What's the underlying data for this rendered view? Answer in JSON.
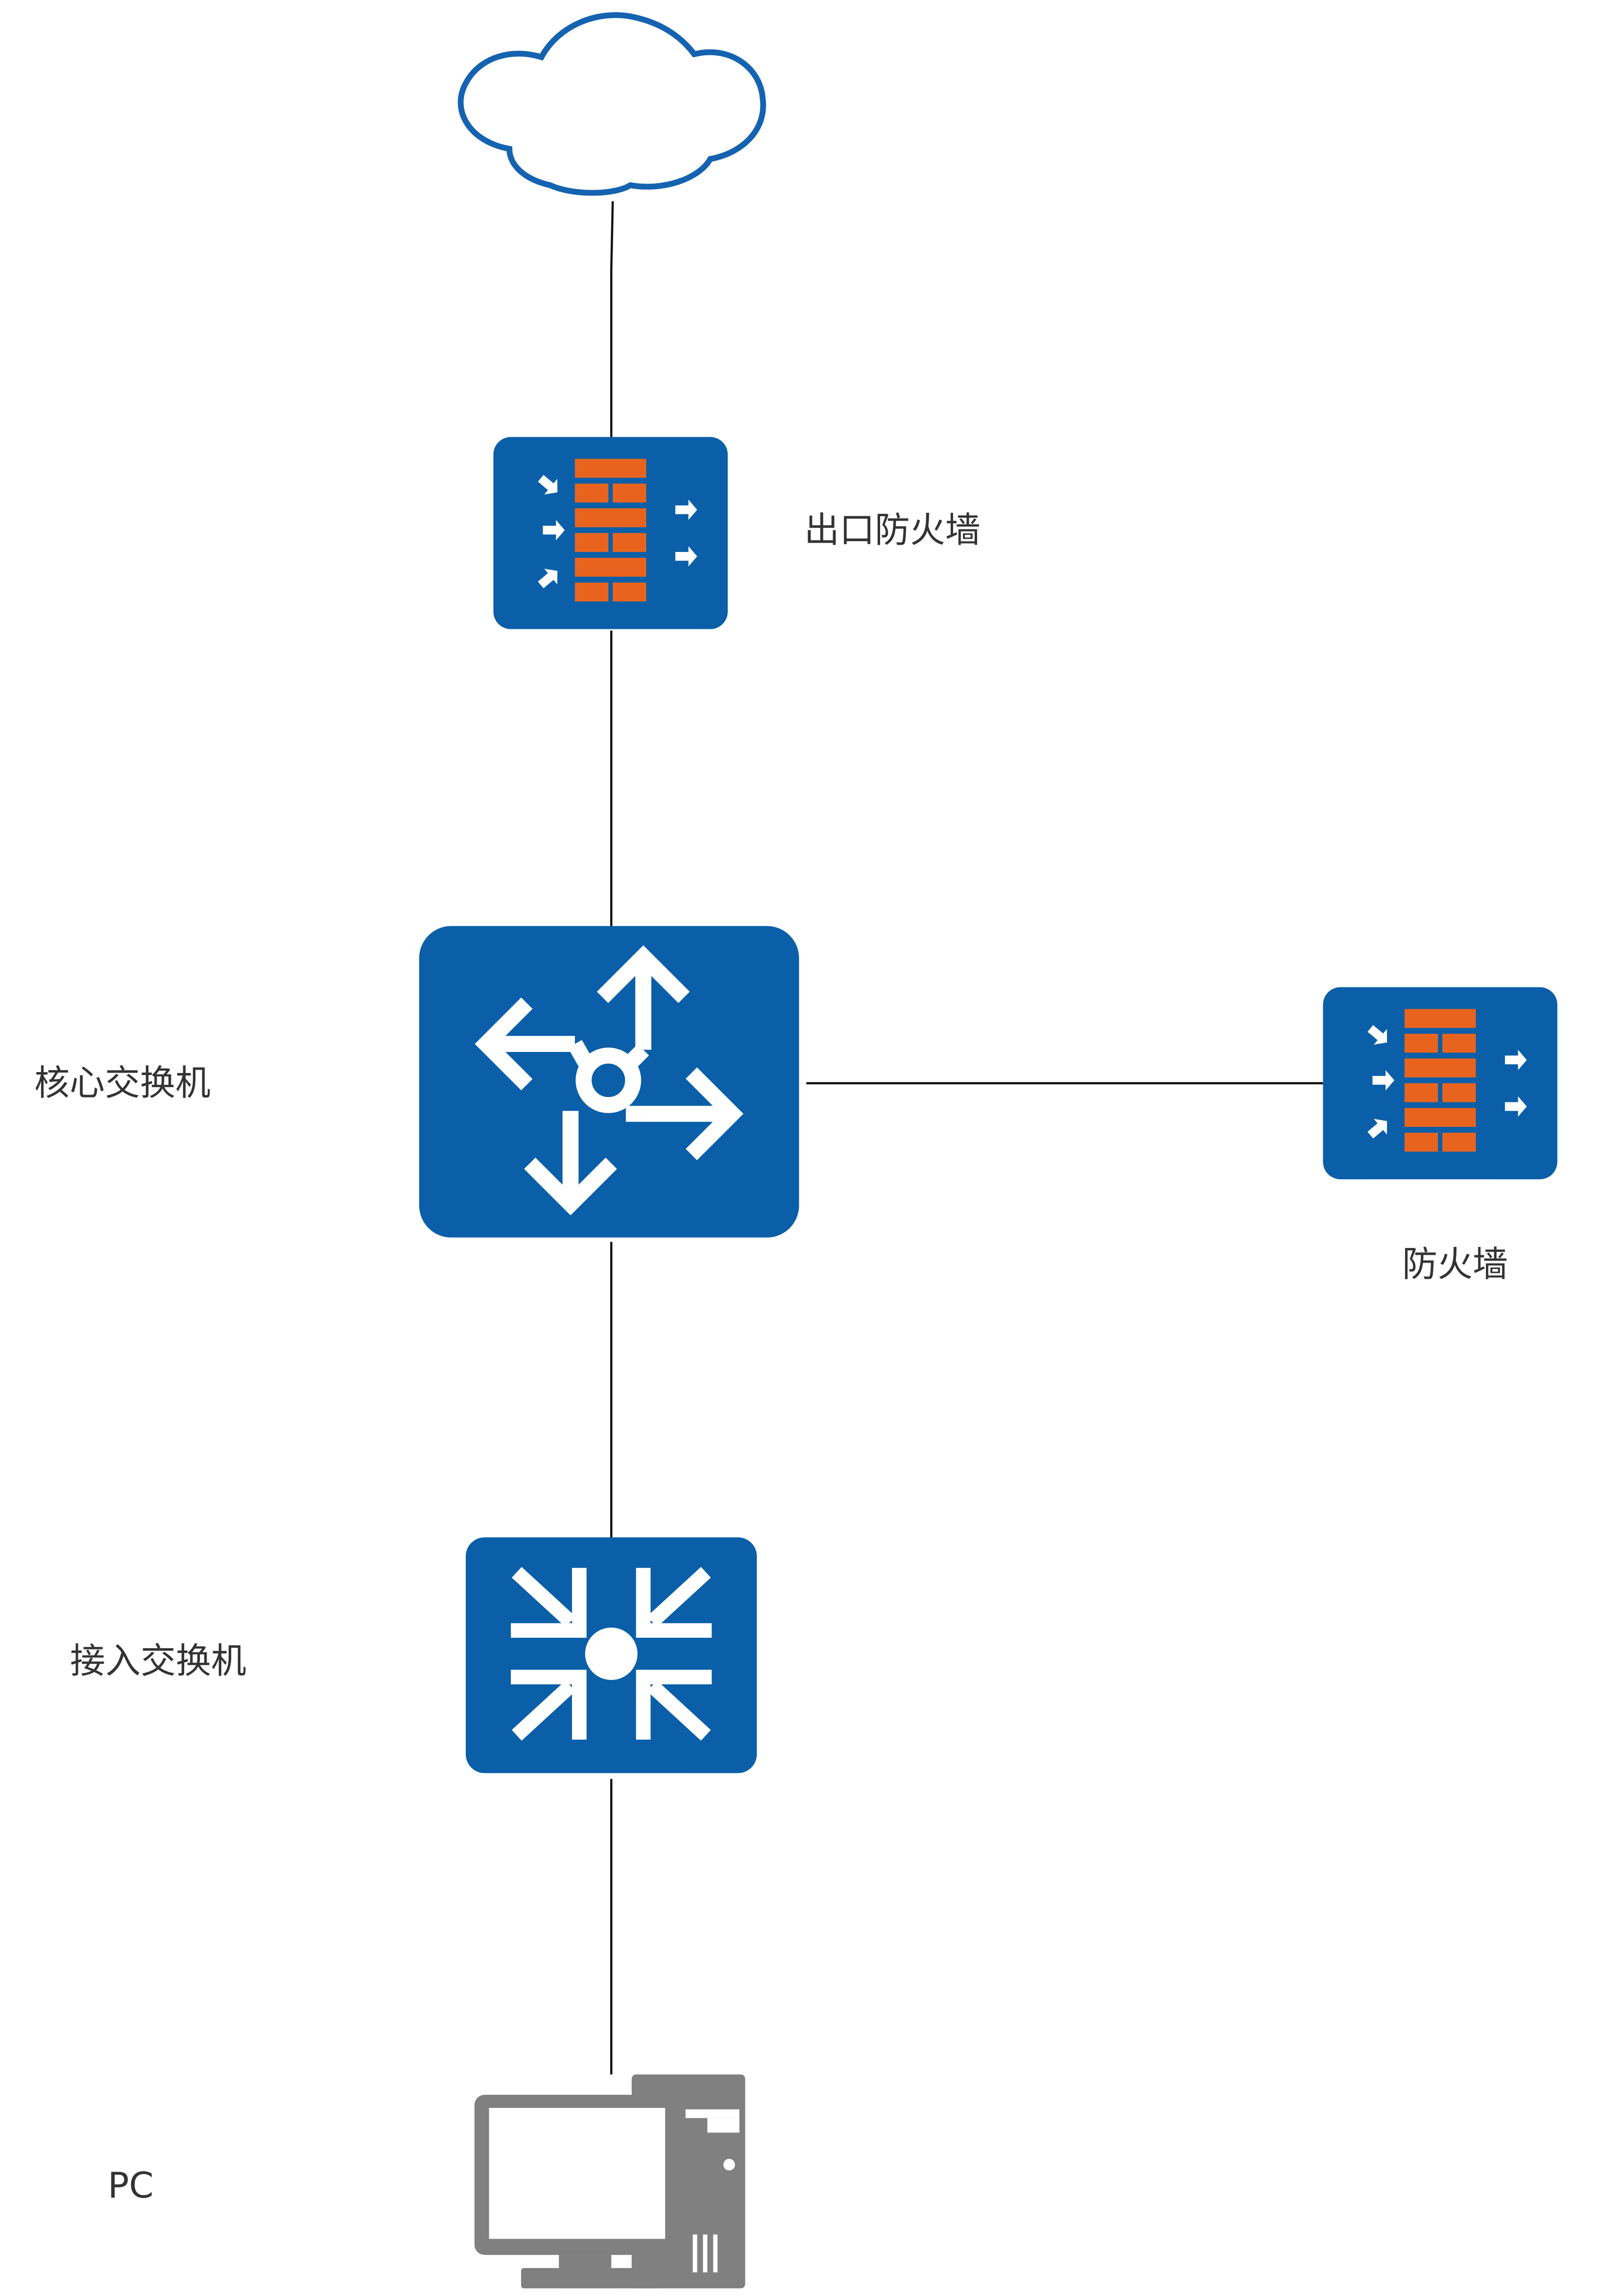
{
  "colors": {
    "device_blue": "#0a5fa8",
    "cloud_stroke": "#1563b0",
    "brick_orange": "#e8641e",
    "pc_gray": "#808080",
    "line": "#111111",
    "label": "#333333"
  },
  "nodes": {
    "cloud": {
      "icon": "cloud-icon"
    },
    "egress_firewall": {
      "label": "出口防火墙",
      "icon": "firewall-icon"
    },
    "core_switch": {
      "label": "核心交换机",
      "icon": "core-switch-icon"
    },
    "side_firewall": {
      "label": "防火墙",
      "icon": "firewall-icon"
    },
    "access_switch": {
      "label": "接入交换机",
      "icon": "access-switch-icon"
    },
    "pc": {
      "label": "PC",
      "icon": "pc-icon"
    }
  },
  "links": [
    {
      "from": "cloud",
      "to": "egress_firewall"
    },
    {
      "from": "egress_firewall",
      "to": "core_switch"
    },
    {
      "from": "core_switch",
      "to": "side_firewall"
    },
    {
      "from": "core_switch",
      "to": "access_switch"
    },
    {
      "from": "access_switch",
      "to": "pc"
    }
  ]
}
